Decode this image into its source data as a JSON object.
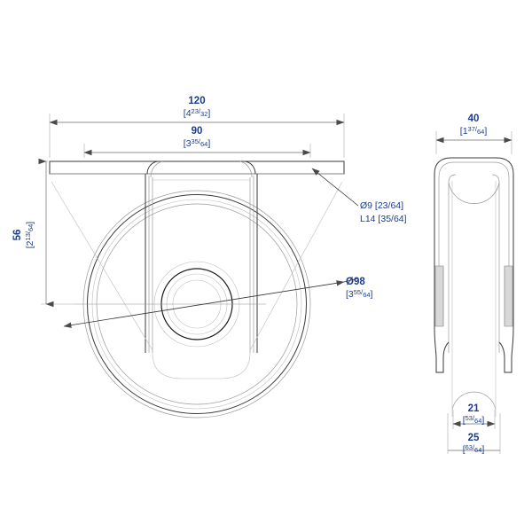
{
  "drawing": {
    "title": "Fixed caster technical drawing",
    "background_color": "#ffffff",
    "dimension_text_color": "#1a3d8f",
    "line_color": "#3a3a3a"
  },
  "views": {
    "front": {
      "name": "front-view",
      "description": "Front elevation of fixed caster with top mounting plate, side legs and wheel"
    },
    "side": {
      "name": "side-view",
      "description": "Side elevation of fixed caster showing fork width"
    }
  },
  "dimensions": {
    "plate_width": {
      "value": "120",
      "bracket_whole": "4",
      "bracket_num": "23",
      "bracket_den": "32",
      "unit": "mm",
      "label": "plate-width-dimension"
    },
    "hole_spacing": {
      "value": "90",
      "bracket_whole": "3",
      "bracket_num": "35",
      "bracket_den": "64",
      "unit": "mm",
      "label": "hole-spacing-dimension"
    },
    "plate_to_axle": {
      "value": "56",
      "bracket_whole": "2",
      "bracket_num": "13",
      "bracket_den": "64",
      "unit": "mm",
      "label": "plate-to-axle-dimension"
    },
    "plate_depth": {
      "value": "40",
      "bracket_whole": "1",
      "bracket_num": "37",
      "bracket_den": "64",
      "unit": "mm",
      "label": "plate-depth-dimension"
    },
    "wheel_width": {
      "value": "21",
      "bracket_whole": "",
      "bracket_num": "53",
      "bracket_den": "64",
      "unit": "mm",
      "label": "wheel-width-dimension"
    },
    "fork_width": {
      "value": "25",
      "bracket_whole": "",
      "bracket_num": "63",
      "bracket_den": "64",
      "unit": "mm",
      "label": "fork-width-dimension"
    },
    "wheel_diameter": {
      "value": "Ø98",
      "bracket_whole": "3",
      "bracket_num": "55",
      "bracket_den": "64",
      "unit": "mm",
      "label": "wheel-diameter-dimension"
    }
  },
  "notes": {
    "bolt_hole_diameter": "Ø9 [23/64]",
    "bolt_hole_length": "L14 [35/64]"
  }
}
